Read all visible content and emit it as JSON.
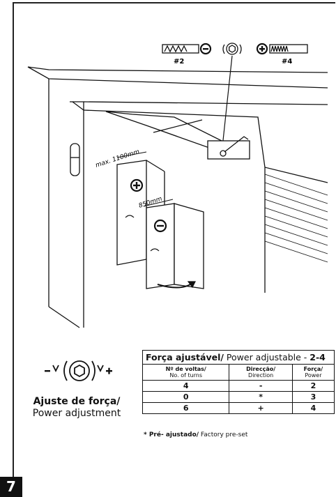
{
  "illustration": {
    "spring_left_label": "#2",
    "spring_right_label": "#4",
    "max_label": "max. 1100mm",
    "mid_label": "850mm"
  },
  "adjust": {
    "title_pt": "Ajuste de força/",
    "title_en": "Power adjustment"
  },
  "table": {
    "title_bold": "Força ajustável/",
    "title_en": " Power adjustable - ",
    "title_range": "2-4",
    "headers": [
      {
        "pt": "Nº de voltas/",
        "en": "No. of turns"
      },
      {
        "pt": "Direcção/",
        "en": "Direction"
      },
      {
        "pt": "Força/",
        "en": "Power"
      }
    ],
    "rows": [
      {
        "turns": "4",
        "direction": "-",
        "power": "2"
      },
      {
        "turns": "0",
        "direction": "*",
        "power": "3"
      },
      {
        "turns": "6",
        "direction": "+",
        "power": "4"
      }
    ]
  },
  "footnote": {
    "bold": "* Pré- ajustado/",
    "text": " Factory pre-set"
  },
  "page_number": "7"
}
